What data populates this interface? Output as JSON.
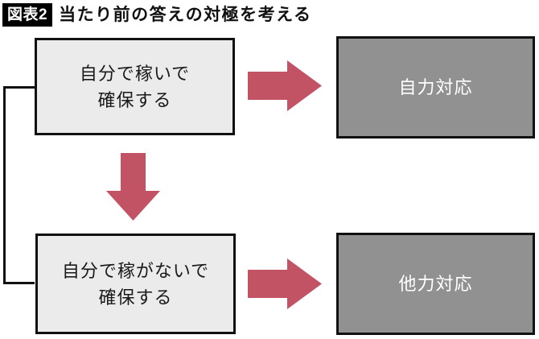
{
  "figure": {
    "tag": "図表2",
    "title": "当たり前の答えの対極を考える"
  },
  "diagram": {
    "nodes": {
      "earn_self": {
        "line1": "自分で稼いで",
        "line2": "確保する"
      },
      "self_response": {
        "label": "自力対応"
      },
      "not_earn_self": {
        "line1": "自分で稼がないで",
        "line2": "確保する"
      },
      "other_response": {
        "label": "他力対応"
      }
    },
    "arrows": [
      {
        "name": "earn-self-to-self-response",
        "direction": "right"
      },
      {
        "name": "earn-self-to-not-earn-self",
        "direction": "down"
      },
      {
        "name": "not-earn-self-to-other-response",
        "direction": "right"
      }
    ]
  },
  "colors": {
    "arrow": "#c25365",
    "box_light": "#ebebeb",
    "box_dark": "#919191",
    "border": "#111111",
    "tag_bg": "#000000",
    "tag_text": "#ffffff"
  }
}
